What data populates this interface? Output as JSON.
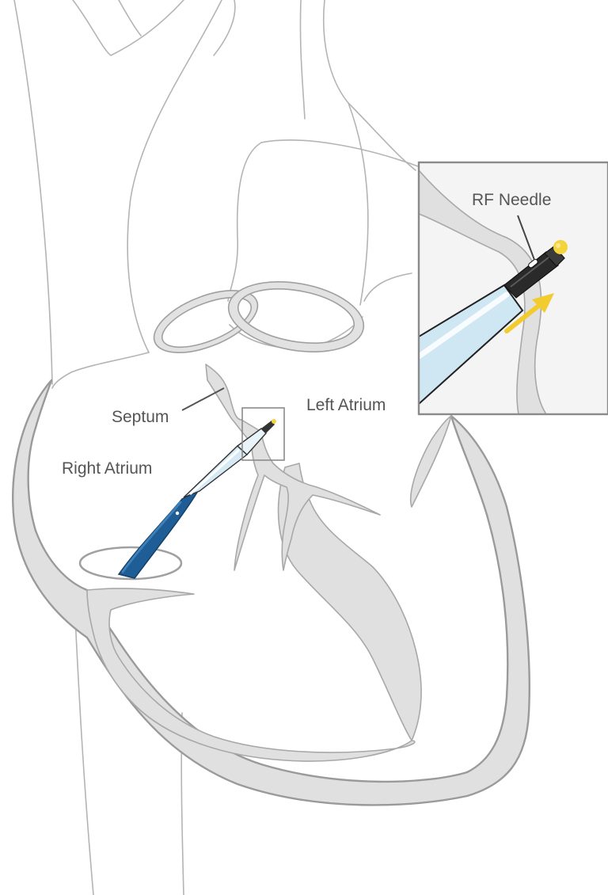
{
  "labels": {
    "septum": "Septum",
    "left_atrium": "Left Atrium",
    "right_atrium": "Right Atrium",
    "rf_needle": "RF Needle"
  },
  "colors": {
    "catheter_blue": "#1f5d96",
    "sheath_light_blue": "#cfe6f3",
    "needle_tip_yellow": "#f3d43d",
    "arrow_yellow": "#f2cb2f",
    "tissue_gray": "#e0e0e0",
    "outline_gray": "#b4b4b4",
    "inset_border": "#8a8a8a"
  },
  "icons": {
    "direction": "advance-arrow-icon"
  }
}
